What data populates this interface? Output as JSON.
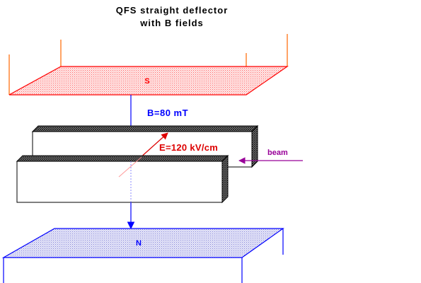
{
  "title": {
    "line1": "QFS straight deflector",
    "line2": "with  B fields"
  },
  "labels": {
    "south_pole": "S",
    "north_pole": "N",
    "b_field": "B=80 mT",
    "e_field": "E=120 kV/cm",
    "beam": "beam"
  },
  "colors": {
    "south_plate": "#ff0000",
    "south_posts": "#ff6600",
    "north_plate": "#0000ff",
    "b_arrow": "#0000ff",
    "e_arrow": "#dd0000",
    "beam_arrow": "#990099",
    "electrode_outline": "#000000"
  }
}
